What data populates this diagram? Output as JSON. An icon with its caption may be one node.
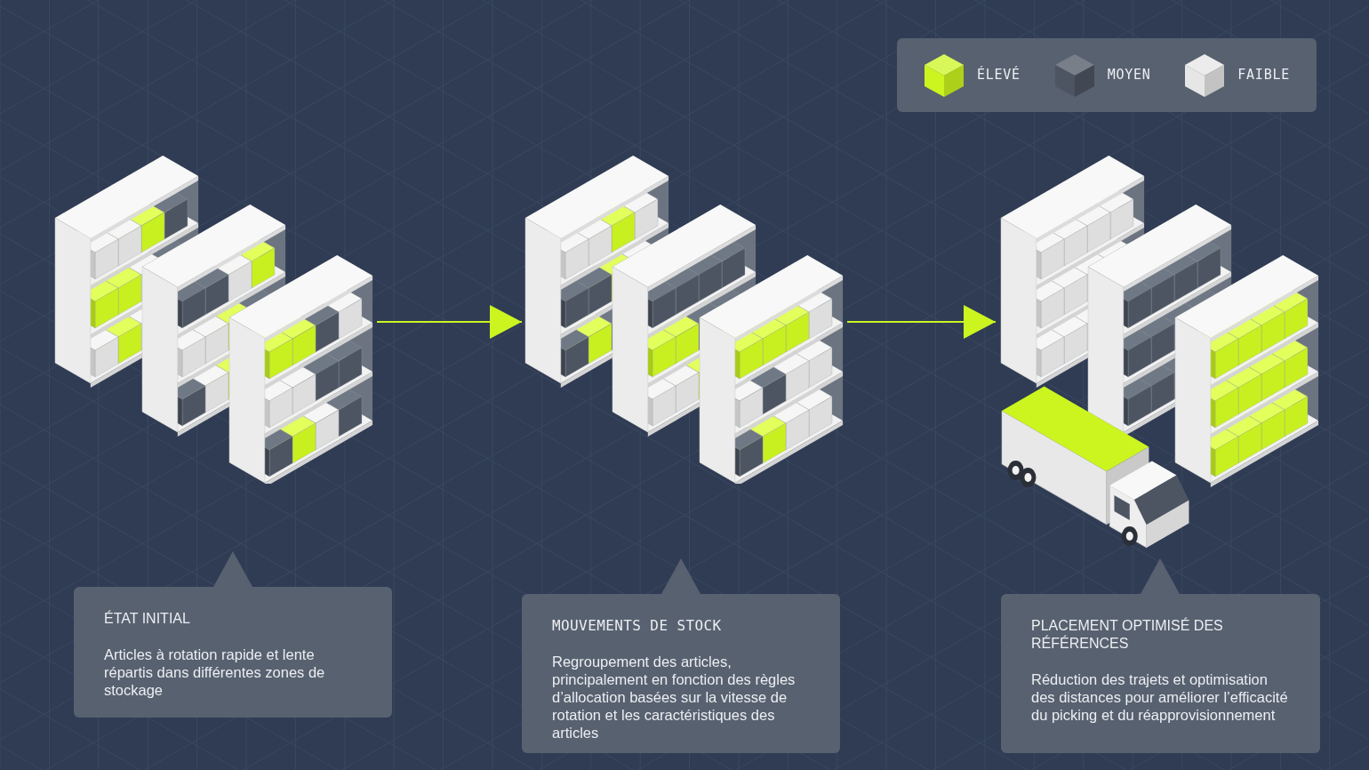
{
  "diagram": {
    "nodes": [
      {
        "text": [],
        "shape": "picture"
      },
      {
        "text": [],
        "shape": "picture"
      },
      {
        "text": [],
        "shape": "picture"
      },
      {
        "text": [
          "ÉTAT INITIAL",
          "Articles à rotation rapide et lente répartis dans différentes zones de stockage"
        ]
      },
      {
        "text": [
          "MOUVEMENTS DE STOCK",
          "Regroupement des articles, principalement en fonction des règles d’allocation basées sur la vitesse de rotation et les caractéristiques des articles"
        ]
      },
      {
        "text": [
          "PLACEMENT OPTIMISÉ DES RÉFÉRENCES",
          "Réduction des trajets et optimisation des distances pour améliorer l’efficacité du picking et du réapprovisionnement"
        ]
      }
    ],
    "edges": [
      {
        "from": 0,
        "to": 1,
        "arrow": "to"
      },
      {
        "from": 1,
        "to": 2,
        "arrow": "to"
      }
    ],
    "legend": [
      {
        "text": "ÉLEVÉ",
        "color": "#ccf520"
      },
      {
        "text": "MOYEN",
        "color": "#4d5562"
      },
      {
        "text": "FAIBLE",
        "color": "#e6e6e6"
      }
    ]
  }
}
